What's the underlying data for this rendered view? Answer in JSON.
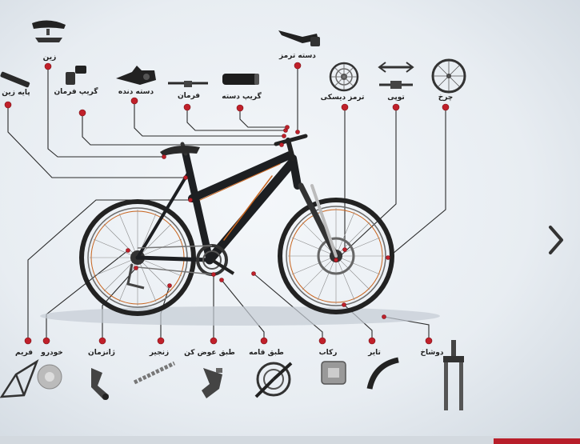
{
  "labels": {
    "seat_post": "پایه زین",
    "saddle": "زین",
    "handlebar_grip": "گریپ فرمان",
    "shifter": "دسته دنده",
    "handlebar": "فرمان",
    "grip": "گریپ دسته",
    "brake_lever": "دسته ترمز",
    "disc_brake": "ترمز دیسکی",
    "hub": "توپی",
    "wheel": "چرخ",
    "frame": "فریم",
    "derailleur_hanger": "خودرو",
    "derailleur": "ژانزمان",
    "chain": "زنجیر",
    "chainring_changer": "طبق عوض کن",
    "crankset": "طبق قامه",
    "pedal": "رکاب",
    "tire": "تایر",
    "fork": "دوشاخ"
  },
  "colors": {
    "accent": "#c0202a",
    "line": "#2a2a2a",
    "frame": "#1d1f22",
    "frame_highlight": "#c8641e"
  },
  "icons": {
    "next": "chevron-right-icon"
  }
}
